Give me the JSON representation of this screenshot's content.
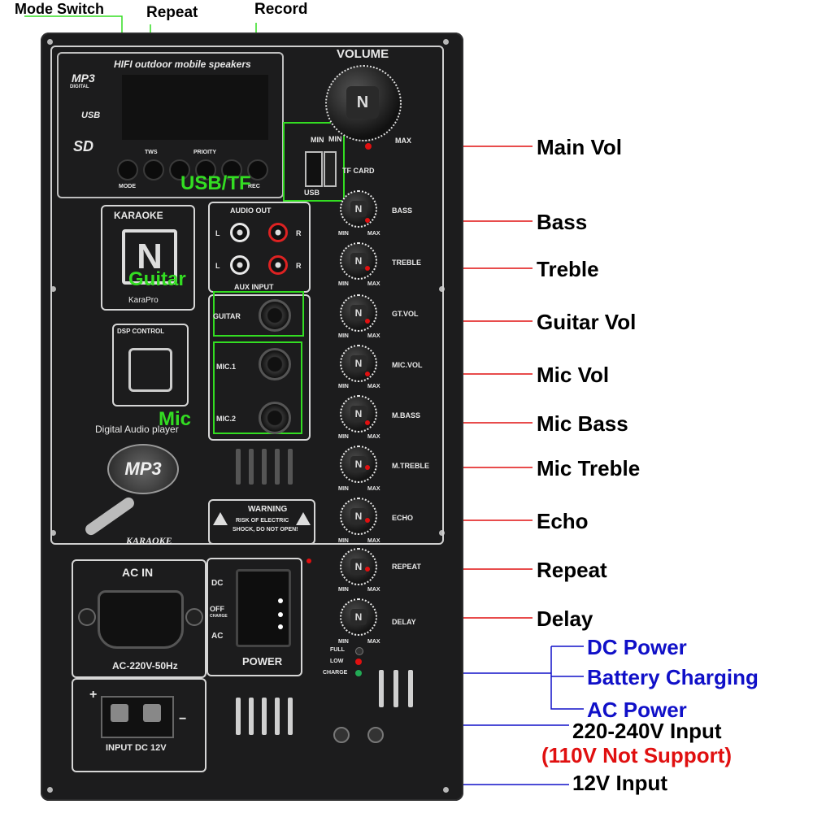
{
  "callouts_top": {
    "mode_switch": "Mode Switch",
    "repeat": "Repeat",
    "record": "Record"
  },
  "callouts_side": {
    "main_vol": "Main Vol",
    "bass": "Bass",
    "treble": "Treble",
    "guitar_vol": "Guitar Vol",
    "mic_vol": "Mic Vol",
    "mic_bass": "Mic Bass",
    "mic_treble": "Mic Treble",
    "echo": "Echo",
    "repeat": "Repeat",
    "delay": "Delay"
  },
  "callouts_power": {
    "dc_power": "DC Power",
    "battery_charging": "Battery Charging",
    "ac_power": "AC Power"
  },
  "callouts_input": {
    "ac_input": "220-240V Input",
    "ac_warning": "(110V Not Support)",
    "dc_input": "12V Input"
  },
  "green_labels": {
    "usb_tf": "USB/TF",
    "guitar": "Guitar",
    "mic": "Mic"
  },
  "panel": {
    "player_title": "HIFI outdoor mobile speakers",
    "mp3_logo": "MP3",
    "mp3_digital": "DIGITAL",
    "usb_logo": "USB",
    "sd_logo": "SD",
    "tws": "TWS",
    "priority": "PRIOITY",
    "mode": "MODE",
    "rec": "REC",
    "volume": "VOLUME",
    "min": "MIN",
    "max": "MAX",
    "usb": "USB",
    "tf_card": "TF CARD",
    "karaoke": "KARAOKE",
    "karapro": "KaraPro",
    "brand_n": "N",
    "audio_out": "AUDIO OUT",
    "aux_input": "AUX INPUT",
    "l": "L",
    "r": "R",
    "guitar_jack": "GUITAR",
    "mic1": "MIC.1",
    "mic2": "MIC.2",
    "dsp_control": "DSP CONTROL",
    "digital_audio_player": "Digital Audio player",
    "mp3_globe": "MP3",
    "karaoke_script": "KARAOKE",
    "warning_title": "WARNING",
    "warning_text1": "RISK OF ELECTRIC",
    "warning_text2": "SHOCK, DO NOT OPEN!",
    "ac_in": "AC IN",
    "ac_spec": "AC-220V-50Hz",
    "dc_label": "DC",
    "off_label": "OFF",
    "charge_small": "CHARGE",
    "ac_label": "AC",
    "power": "POWER",
    "input_dc": "INPUT DC 12V",
    "plus": "+",
    "minus": "−",
    "full": "FULL",
    "low": "LOW",
    "charge": "CHARGE",
    "knobs": [
      "BASS",
      "TREBLE",
      "GT.VOL",
      "MIC.VOL",
      "M.BASS",
      "M.TREBLE",
      "ECHO",
      "REPEAT",
      "DELAY"
    ]
  },
  "colors": {
    "callout_green": "#33dd22",
    "callout_red": "#e01010",
    "callout_blue": "#1010c8",
    "panel": "#1c1c1d"
  }
}
